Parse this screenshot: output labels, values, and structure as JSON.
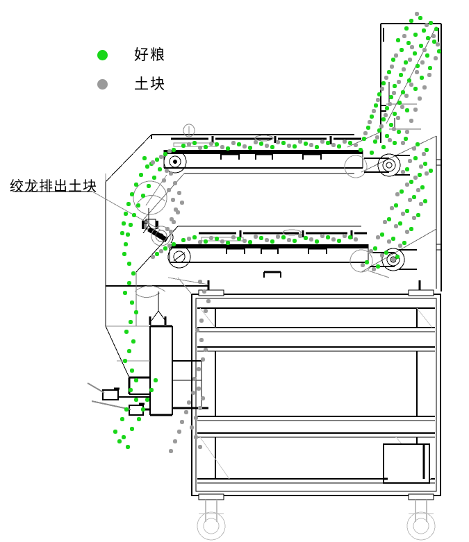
{
  "legend": {
    "items": [
      {
        "label": "好粮",
        "color": "#19d619",
        "icon": "green-dot-icon"
      },
      {
        "label": "土块",
        "color": "#9a9a9a",
        "icon": "gray-dot-icon"
      }
    ]
  },
  "annotations": [
    {
      "label": "绞龙排出土块",
      "leader_from": [
        133,
        272
      ],
      "leader_to": [
        232,
        330
      ]
    }
  ],
  "colors": {
    "grain": "#19d619",
    "clod": "#9a9a9a",
    "line_heavy": "#000000",
    "line_light": "#8c8c8c",
    "background": "#ffffff"
  },
  "particles": {
    "radius": 3.2,
    "grain": [
      [
        592,
        30
      ],
      [
        605,
        26
      ],
      [
        620,
        33
      ],
      [
        585,
        41
      ],
      [
        610,
        44
      ],
      [
        628,
        42
      ],
      [
        598,
        50
      ],
      [
        616,
        55
      ],
      [
        573,
        58
      ],
      [
        588,
        62
      ],
      [
        606,
        66
      ],
      [
        625,
        60
      ],
      [
        578,
        72
      ],
      [
        597,
        77
      ],
      [
        615,
        80
      ],
      [
        632,
        74
      ],
      [
        566,
        86
      ],
      [
        584,
        90
      ],
      [
        601,
        95
      ],
      [
        619,
        98
      ],
      [
        560,
        104
      ],
      [
        577,
        108
      ],
      [
        552,
        120
      ],
      [
        568,
        124
      ],
      [
        589,
        116
      ],
      [
        607,
        112
      ],
      [
        546,
        136
      ],
      [
        563,
        140
      ],
      [
        580,
        133
      ],
      [
        598,
        128
      ],
      [
        541,
        152
      ],
      [
        557,
        156
      ],
      [
        575,
        148
      ],
      [
        535,
        168
      ],
      [
        552,
        172
      ],
      [
        568,
        164
      ],
      [
        586,
        159
      ],
      [
        530,
        184
      ],
      [
        546,
        188
      ],
      [
        563,
        180
      ],
      [
        524,
        200
      ],
      [
        540,
        204
      ],
      [
        557,
        196
      ],
      [
        574,
        190
      ],
      [
        519,
        216
      ],
      [
        535,
        220
      ],
      [
        552,
        212
      ],
      [
        568,
        206
      ],
      [
        584,
        200
      ],
      [
        601,
        208
      ],
      [
        614,
        216
      ],
      [
        598,
        228
      ],
      [
        612,
        236
      ],
      [
        586,
        244
      ],
      [
        604,
        252
      ],
      [
        620,
        246
      ],
      [
        592,
        262
      ],
      [
        608,
        270
      ],
      [
        578,
        276
      ],
      [
        596,
        284
      ],
      [
        612,
        290
      ],
      [
        570,
        296
      ],
      [
        586,
        304
      ],
      [
        602,
        310
      ],
      [
        560,
        316
      ],
      [
        576,
        322
      ],
      [
        592,
        330
      ],
      [
        550,
        338
      ],
      [
        566,
        344
      ],
      [
        582,
        350
      ],
      [
        540,
        358
      ],
      [
        556,
        364
      ],
      [
        572,
        370
      ],
      [
        528,
        378
      ],
      [
        544,
        384
      ],
      [
        264,
        210
      ],
      [
        280,
        206
      ],
      [
        296,
        212
      ],
      [
        312,
        208
      ],
      [
        328,
        214
      ],
      [
        344,
        208
      ],
      [
        360,
        213
      ],
      [
        376,
        207
      ],
      [
        392,
        212
      ],
      [
        408,
        206
      ],
      [
        424,
        211
      ],
      [
        440,
        207
      ],
      [
        456,
        212
      ],
      [
        472,
        206
      ],
      [
        488,
        211
      ],
      [
        504,
        206
      ],
      [
        250,
        216
      ],
      [
        238,
        222
      ],
      [
        226,
        230
      ],
      [
        264,
        346
      ],
      [
        280,
        342
      ],
      [
        296,
        348
      ],
      [
        312,
        344
      ],
      [
        328,
        350
      ],
      [
        344,
        344
      ],
      [
        360,
        349
      ],
      [
        376,
        343
      ],
      [
        392,
        348
      ],
      [
        408,
        342
      ],
      [
        424,
        347
      ],
      [
        440,
        343
      ],
      [
        456,
        348
      ],
      [
        472,
        342
      ],
      [
        488,
        347
      ],
      [
        504,
        342
      ],
      [
        250,
        352
      ],
      [
        238,
        358
      ],
      [
        226,
        366
      ],
      [
        212,
        240
      ],
      [
        203,
        252
      ],
      [
        196,
        266
      ],
      [
        190,
        280
      ],
      [
        185,
        294
      ],
      [
        181,
        308
      ],
      [
        178,
        322
      ],
      [
        176,
        336
      ],
      [
        208,
        228
      ],
      [
        218,
        236
      ],
      [
        230,
        244
      ],
      [
        222,
        256
      ],
      [
        214,
        268
      ],
      [
        206,
        282
      ],
      [
        199,
        296
      ],
      [
        193,
        310
      ],
      [
        188,
        324
      ],
      [
        184,
        338
      ],
      [
        181,
        352
      ],
      [
        179,
        366
      ],
      [
        186,
        380
      ],
      [
        192,
        394
      ],
      [
        186,
        408
      ],
      [
        180,
        422
      ],
      [
        190,
        436
      ],
      [
        196,
        450
      ],
      [
        188,
        464
      ],
      [
        182,
        478
      ],
      [
        192,
        492
      ],
      [
        186,
        506
      ],
      [
        180,
        520
      ],
      [
        190,
        534
      ],
      [
        196,
        548
      ],
      [
        188,
        562
      ],
      [
        196,
        576
      ],
      [
        182,
        590
      ],
      [
        176,
        604
      ],
      [
        190,
        618
      ],
      [
        178,
        630
      ],
      [
        184,
        644
      ],
      [
        172,
        636
      ],
      [
        166,
        622
      ],
      [
        200,
        604
      ],
      [
        206,
        590
      ],
      [
        212,
        576
      ],
      [
        218,
        562
      ],
      [
        224,
        548
      ]
    ],
    "clod": [
      [
        600,
        20
      ],
      [
        614,
        36
      ],
      [
        582,
        52
      ],
      [
        624,
        52
      ],
      [
        593,
        68
      ],
      [
        611,
        72
      ],
      [
        630,
        64
      ],
      [
        570,
        80
      ],
      [
        590,
        86
      ],
      [
        608,
        90
      ],
      [
        627,
        84
      ],
      [
        564,
        96
      ],
      [
        581,
        100
      ],
      [
        600,
        104
      ],
      [
        618,
        108
      ],
      [
        556,
        112
      ],
      [
        574,
        118
      ],
      [
        592,
        122
      ],
      [
        611,
        126
      ],
      [
        550,
        128
      ],
      [
        567,
        134
      ],
      [
        585,
        138
      ],
      [
        604,
        142
      ],
      [
        544,
        144
      ],
      [
        561,
        150
      ],
      [
        579,
        154
      ],
      [
        598,
        158
      ],
      [
        538,
        160
      ],
      [
        555,
        166
      ],
      [
        573,
        170
      ],
      [
        592,
        174
      ],
      [
        532,
        176
      ],
      [
        549,
        182
      ],
      [
        567,
        186
      ],
      [
        586,
        190
      ],
      [
        526,
        192
      ],
      [
        543,
        198
      ],
      [
        561,
        202
      ],
      [
        580,
        206
      ],
      [
        596,
        214
      ],
      [
        610,
        222
      ],
      [
        590,
        232
      ],
      [
        606,
        240
      ],
      [
        580,
        248
      ],
      [
        598,
        256
      ],
      [
        614,
        250
      ],
      [
        586,
        266
      ],
      [
        602,
        274
      ],
      [
        572,
        280
      ],
      [
        590,
        288
      ],
      [
        606,
        294
      ],
      [
        564,
        300
      ],
      [
        580,
        308
      ],
      [
        596,
        314
      ],
      [
        554,
        320
      ],
      [
        570,
        326
      ],
      [
        586,
        334
      ],
      [
        544,
        342
      ],
      [
        560,
        348
      ],
      [
        576,
        354
      ],
      [
        534,
        362
      ],
      [
        550,
        368
      ],
      [
        566,
        374
      ],
      [
        522,
        382
      ],
      [
        538,
        388
      ],
      [
        272,
        208
      ],
      [
        288,
        213
      ],
      [
        304,
        207
      ],
      [
        320,
        212
      ],
      [
        336,
        206
      ],
      [
        352,
        211
      ],
      [
        368,
        205
      ],
      [
        384,
        210
      ],
      [
        400,
        205
      ],
      [
        416,
        210
      ],
      [
        432,
        204
      ],
      [
        448,
        209
      ],
      [
        464,
        204
      ],
      [
        480,
        209
      ],
      [
        496,
        204
      ],
      [
        512,
        209
      ],
      [
        244,
        218
      ],
      [
        232,
        226
      ],
      [
        220,
        234
      ],
      [
        272,
        344
      ],
      [
        288,
        349
      ],
      [
        304,
        343
      ],
      [
        320,
        348
      ],
      [
        336,
        342
      ],
      [
        352,
        347
      ],
      [
        368,
        341
      ],
      [
        384,
        346
      ],
      [
        400,
        341
      ],
      [
        416,
        346
      ],
      [
        432,
        340
      ],
      [
        448,
        345
      ],
      [
        464,
        340
      ],
      [
        480,
        345
      ],
      [
        496,
        340
      ],
      [
        512,
        345
      ],
      [
        244,
        354
      ],
      [
        232,
        362
      ],
      [
        220,
        370
      ],
      [
        246,
        250
      ],
      [
        252,
        264
      ],
      [
        258,
        278
      ],
      [
        262,
        292
      ],
      [
        256,
        306
      ],
      [
        250,
        320
      ],
      [
        246,
        334
      ],
      [
        240,
        246
      ],
      [
        236,
        260
      ],
      [
        243,
        274
      ],
      [
        249,
        288
      ],
      [
        253,
        302
      ],
      [
        247,
        316
      ],
      [
        241,
        330
      ],
      [
        288,
        406
      ],
      [
        294,
        420
      ],
      [
        300,
        434
      ],
      [
        296,
        448
      ],
      [
        290,
        462
      ],
      [
        284,
        476
      ],
      [
        290,
        490
      ],
      [
        296,
        504
      ],
      [
        292,
        518
      ],
      [
        286,
        532
      ],
      [
        280,
        546
      ],
      [
        286,
        560
      ],
      [
        292,
        574
      ],
      [
        288,
        588
      ],
      [
        282,
        602
      ],
      [
        276,
        616
      ],
      [
        282,
        630
      ],
      [
        288,
        644
      ],
      [
        252,
        636
      ],
      [
        246,
        650
      ],
      [
        258,
        622
      ],
      [
        262,
        608
      ],
      [
        268,
        594
      ],
      [
        272,
        580
      ],
      [
        278,
        566
      ]
    ]
  }
}
